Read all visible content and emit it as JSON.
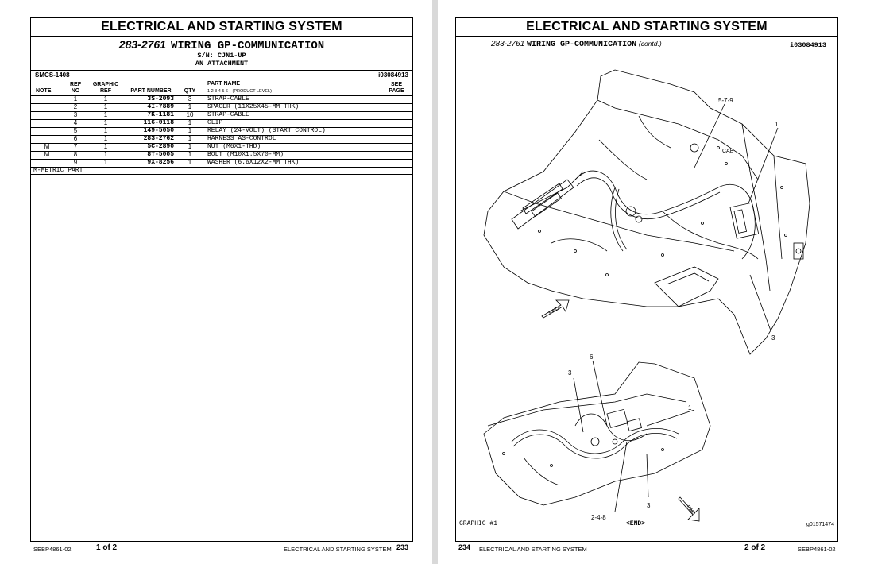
{
  "section_title": "ELECTRICAL AND STARTING SYSTEM",
  "left_page": {
    "group_number": "283-2761",
    "group_name": "WIRING GP-COMMUNICATION",
    "serial": "S/N: CJN1-UP",
    "arrangement": "AN ATTACHMENT",
    "smcs": "SMCS-1408",
    "illustration_id": "i03084913",
    "columns": {
      "note": "NOTE",
      "ref_no_1": "REF",
      "ref_no_2": "NO",
      "graphic_ref_1": "GRAPHIC",
      "graphic_ref_2": "REF",
      "part_number": "PART NUMBER",
      "qty": "QTY",
      "part_name": "PART NAME",
      "levels": "1  2  3  4  5  6",
      "product_level": "(PRODUCT LEVEL)",
      "see_page_1": "SEE",
      "see_page_2": "PAGE"
    },
    "rows": [
      {
        "note": "",
        "ref": "1",
        "graphic": "1",
        "part": "3S-2093",
        "qty": "3",
        "name": "STRAP-CABLE"
      },
      {
        "note": "",
        "ref": "2",
        "graphic": "1",
        "part": "4I-7889",
        "qty": "1",
        "name": "SPACER (11X25X45-MM THK)"
      },
      {
        "note": "",
        "ref": "3",
        "graphic": "1",
        "part": "7K-1181",
        "qty": "10",
        "name": "STRAP-CABLE"
      },
      {
        "note": "",
        "ref": "4",
        "graphic": "1",
        "part": "116-0118",
        "qty": "1",
        "name": "CLIP"
      },
      {
        "note": "",
        "ref": "5",
        "graphic": "1",
        "part": "149-5050",
        "qty": "1",
        "name": "RELAY (24-VOLT) (START CONTROL)"
      },
      {
        "note": "",
        "ref": "6",
        "graphic": "1",
        "part": "283-2762",
        "qty": "1",
        "name": "HARNESS AS-CONTROL"
      },
      {
        "note": "M",
        "ref": "7",
        "graphic": "1",
        "part": "5C-2890",
        "qty": "1",
        "name": "NUT (M6X1-THD)"
      },
      {
        "note": "M",
        "ref": "8",
        "graphic": "1",
        "part": "8T-5005",
        "qty": "1",
        "name": "BOLT (M10X1.5X70-MM)"
      },
      {
        "note": "",
        "ref": "9",
        "graphic": "1",
        "part": "9X-8256",
        "qty": "1",
        "name": "WASHER (6.6X12X2-MM THK)"
      }
    ],
    "footnote": "M-METRIC PART",
    "footer": {
      "doc": "SEBP4861-02",
      "page_of": "1 of 2",
      "section": "ELECTRICAL AND STARTING SYSTEM",
      "page_num": "233"
    }
  },
  "right_page": {
    "group_number": "283-2761",
    "group_name": "WIRING GP-COMMUNICATION",
    "contd": "(contd.)",
    "illustration_id": "i03084913",
    "callouts": {
      "c579": "5-7-9",
      "c1a": "1",
      "cab": "CAB",
      "c3a": "3",
      "fwd1": "FWD",
      "c6": "6",
      "c3b": "3",
      "c1b": "1",
      "c248": "2-4-8",
      "c3c": "3",
      "fwd2": "FWD"
    },
    "graphic_label": "GRAPHIC #1",
    "end_label": "<END>",
    "graphic_id": "g01571474",
    "footer": {
      "page_num": "234",
      "section": "ELECTRICAL AND STARTING SYSTEM",
      "page_of": "2 of 2",
      "doc": "SEBP4861-02"
    }
  }
}
